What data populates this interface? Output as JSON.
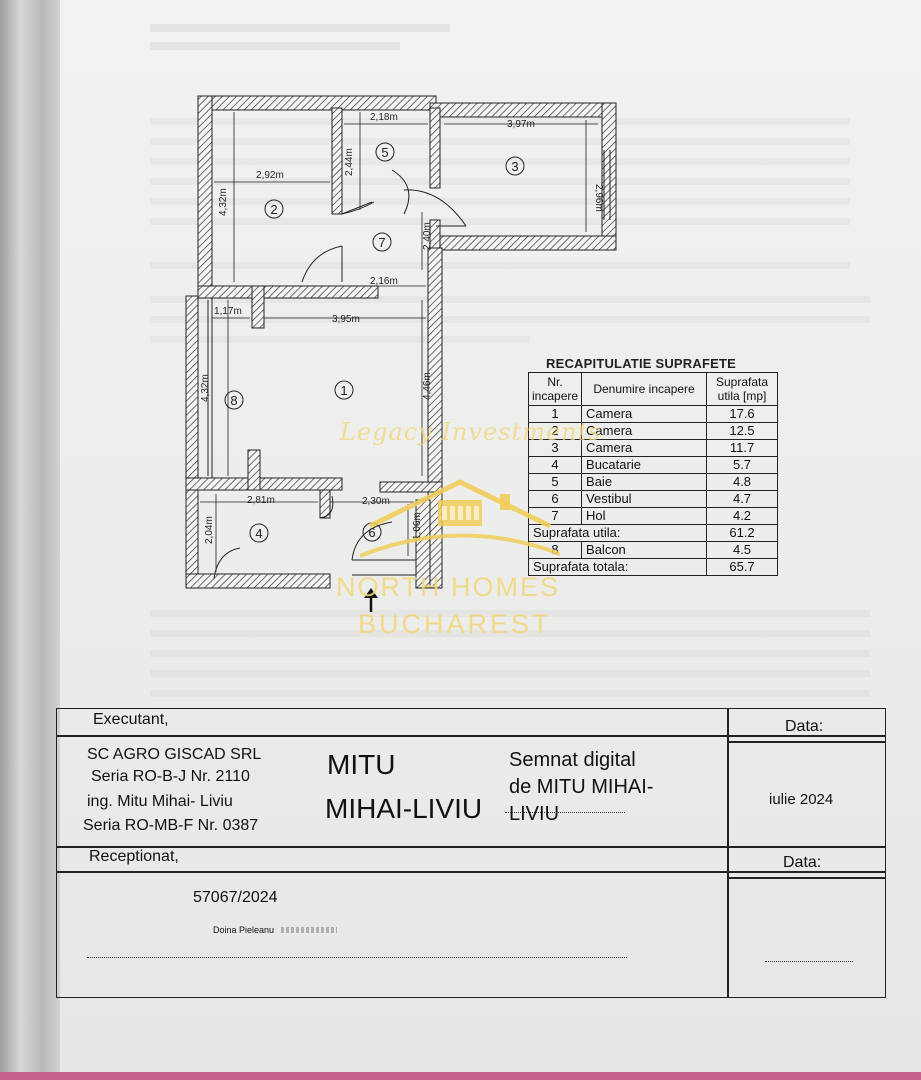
{
  "plan": {
    "dimensions": [
      "2,18m",
      "3,97m",
      "2,92m",
      "4,32m",
      "2,44m",
      "2,96m",
      "2,40m",
      "2,16m",
      "1,17m",
      "3,95m",
      "4,32m",
      "4,46m",
      "2,81m",
      "2,30m",
      "2,04m",
      "1,06m"
    ],
    "room_numbers": [
      "1",
      "2",
      "3",
      "4",
      "5",
      "6",
      "7",
      "8"
    ]
  },
  "recap": {
    "title": "RECAPITULATIE SUPRAFETE",
    "headers": [
      "Nr. incapere",
      "Denumire incapere",
      "Suprafata utila [mp]"
    ],
    "rows": [
      {
        "nr": "1",
        "name": "Camera",
        "area": "17.6"
      },
      {
        "nr": "2",
        "name": "Camera",
        "area": "12.5"
      },
      {
        "nr": "3",
        "name": "Camera",
        "area": "11.7"
      },
      {
        "nr": "4",
        "name": "Bucatarie",
        "area": "5.7"
      },
      {
        "nr": "5",
        "name": "Baie",
        "area": "4.8"
      },
      {
        "nr": "6",
        "name": "Vestibul",
        "area": "4.7"
      },
      {
        "nr": "7",
        "name": "Hol",
        "area": "4.2"
      }
    ],
    "useful_label": "Suprafata utila:",
    "useful_value": "61.2",
    "balcony": {
      "nr": "8",
      "name": "Balcon",
      "area": "4.5"
    },
    "total_label": "Suprafata totala:",
    "total_value": "65.7"
  },
  "title_block": {
    "executant_label": "Executant,",
    "company": "SC AGRO GISCAD SRL",
    "series1": "Seria RO-B-J Nr. 2110",
    "engineer": "ing. Mitu Mihai- Liviu",
    "series2": "Seria RO-MB-F Nr. 0387",
    "sign_name_line1": "MITU",
    "sign_name_line2": "MIHAI-LIVIU",
    "sign_digital_line1": "Semnat digital",
    "sign_digital_line2": "de MITU MIHAI-",
    "sign_digital_line3": "LIVIU",
    "data_label": "Data:",
    "date": "iulie 2024",
    "receptionat_label": "Receptionat,",
    "reg_number": "57067/2024",
    "receiver": "Doina Pieleanu",
    "data_label_2": "Data:"
  },
  "watermark": {
    "script_text": "Legacy Investments",
    "line1": "NORTH HOMES",
    "line2": "BUCHAREST",
    "color": "#f3d67a"
  }
}
